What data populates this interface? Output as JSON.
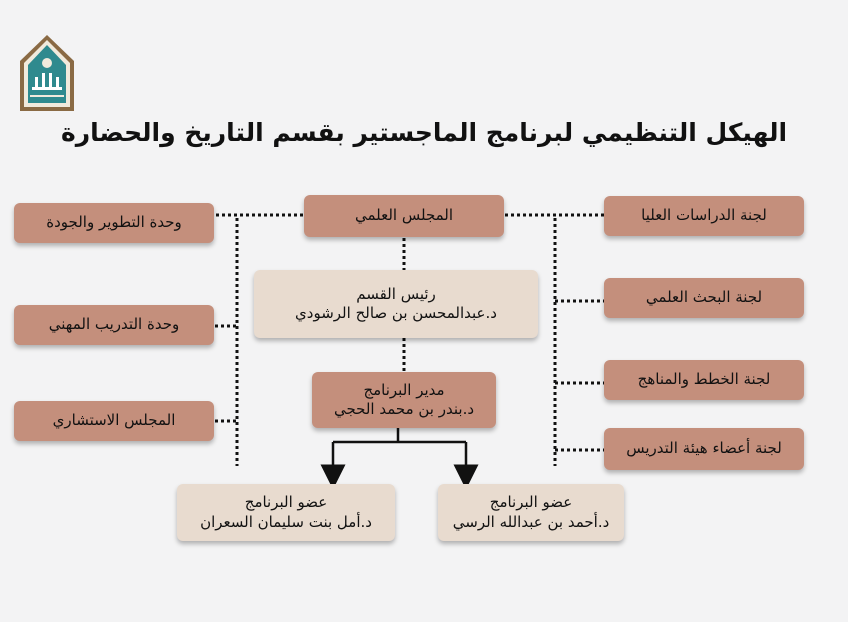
{
  "title": "الهيكل التنظيمي لبرنامج الماجستير بقسم التاريخ والحضارة",
  "boxes": {
    "scientific_council": "المجلس العلمي",
    "head_title": "رئيس القسم",
    "head_name": "د.عبدالمحسن بن صالح الرشودي",
    "director_title": "مدير البرنامج",
    "director_name": "د.بندر بن محمد الحجي",
    "member1_title": "عضو البرنامج",
    "member1_name": "د.أمل بنت سليمان السعران",
    "member2_title": "عضو البرنامج",
    "member2_name": "د.أحمد بن عبدالله الرسي",
    "left_units": [
      "وحدة التطوير والجودة",
      "وحدة التدريب المهني",
      "المجلس الاستشاري"
    ],
    "right_committees": [
      "لجنة الدراسات العليا",
      "لجنة البحث العلمي",
      "لجنة الخطط والمناهج",
      "لجنة أعضاء هيئة التدريس"
    ]
  },
  "colors": {
    "dark_box": "#c48f7c",
    "light_box": "#e8dbcf",
    "background": "#f3f3f4",
    "logo_frame": "#8a6a44",
    "logo_inner": "#2f8a8e"
  },
  "icons": {
    "logo": "university-logo"
  }
}
